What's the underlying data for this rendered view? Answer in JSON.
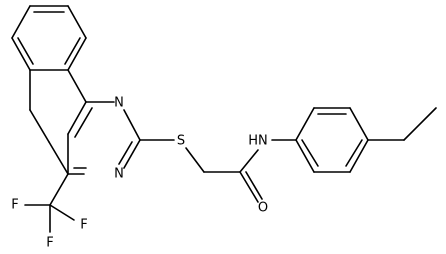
{
  "structure": {
    "atoms": {
      "n1": "N",
      "n2": "N",
      "s": "S",
      "nh": "HN",
      "o": "O",
      "f1": "F",
      "f2": "F",
      "f3": "F"
    }
  },
  "colors": {
    "bond": "#000000",
    "label": "#000000",
    "background": "#ffffff"
  }
}
